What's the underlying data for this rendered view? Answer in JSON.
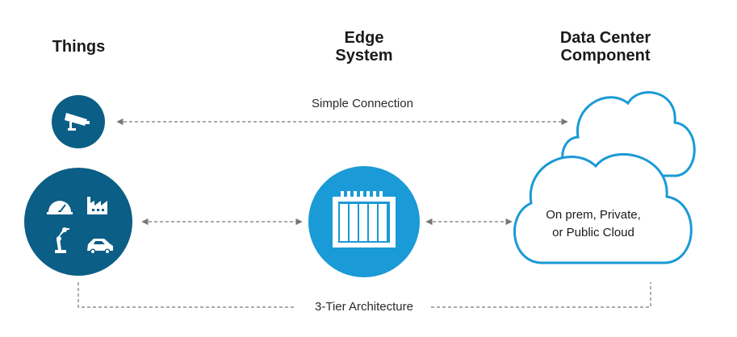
{
  "headings": {
    "things": "Things",
    "edge_line1": "Edge",
    "edge_line2": "System",
    "dc_line1": "Data Center",
    "dc_line2": "Component"
  },
  "connections": {
    "simple": "Simple Connection",
    "three_tier": "3-Tier Architecture"
  },
  "cloud": {
    "line1": "On prem, Private,",
    "line2": "or Public Cloud"
  },
  "icons": {
    "camera": "security-camera-icon",
    "gauge": "gauge-icon",
    "factory": "factory-icon",
    "robot_arm": "robot-arm-icon",
    "car": "car-icon",
    "server": "edge-server-icon",
    "cloud": "cloud-icon"
  },
  "colors": {
    "dark_blue": "#0b5e85",
    "bright_blue": "#1a9ad6",
    "cloud_stroke": "#1a9ad6",
    "dash": "#777777"
  }
}
